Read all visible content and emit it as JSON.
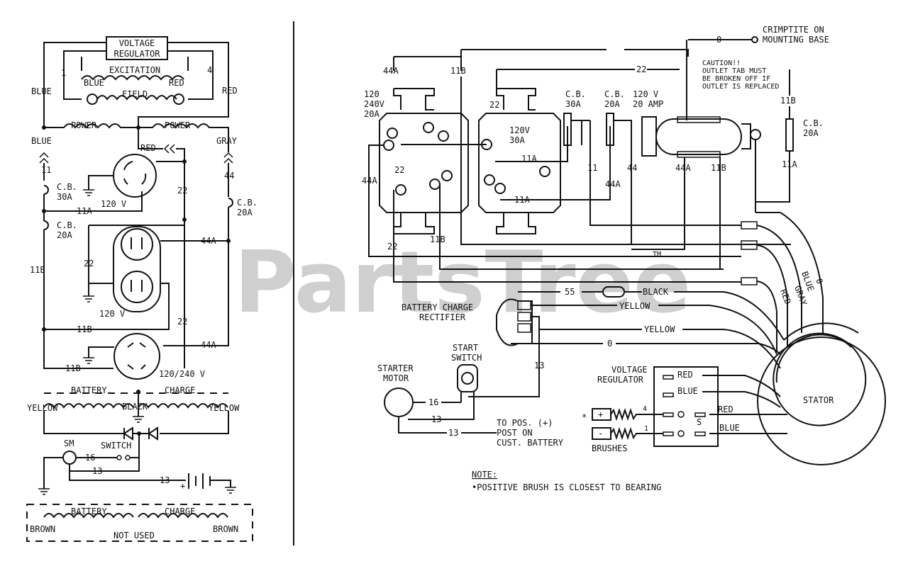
{
  "watermark": "PartsTree",
  "watermark_tm": "TM",
  "left": {
    "voltage_regulator_l1": "VOLTAGE",
    "voltage_regulator_l2": "REGULATOR",
    "term_1": "1",
    "term_4": "4",
    "excitation": "EXCITATION",
    "exc_blue": "BLUE",
    "exc_red": "RED",
    "field": "FIELD",
    "wire_blue": "BLUE",
    "wire_red": "RED",
    "power_1": "POWER",
    "power_2": "POWER",
    "blue_2": "BLUE",
    "gray": "GRAY",
    "red_2": "RED",
    "w11": "11",
    "w44": "44",
    "cb30_l1": "C.B.",
    "cb30_l2": "30A",
    "cb20r_l1": "C.B.",
    "cb20r_l2": "20A",
    "cb20_l1": "C.B.",
    "cb20_l2": "20A",
    "w11a": "11A",
    "v120": "120  V",
    "w22_a": "22",
    "w22_b": "22",
    "w22_c": "22",
    "w11b_a": "11B",
    "w11b_b": "11B",
    "w11b_c": "11B",
    "w44a_a": "44A",
    "w44a_b": "44A",
    "v120_b": "120  V",
    "v120_240": "120/240  V",
    "battery": "BATTERY",
    "charge": "CHARGE",
    "yellow_l": "YELLOW",
    "black": "BLACK",
    "yellow_r": "YELLOW",
    "sm": "SM",
    "switch": "SWITCH",
    "w16": "16",
    "w13_a": "13",
    "w13_b": "13",
    "plus": "+",
    "battery_2": "BATTERY",
    "charge_2": "CHARGE",
    "brown_l": "BROWN",
    "brown_r": "BROWN",
    "not_used": "NOT USED"
  },
  "right": {
    "crimptite_l1": "CRIMPTITE ON",
    "crimptite_l2": "MOUNTING BASE",
    "w0_top": "0",
    "caution_l1": "CAUTION!!",
    "caution_l2": "OUTLET TAB MUST",
    "caution_l3": "BE BROKEN OFF IF",
    "caution_l4": "OUTLET IS REPLACED",
    "w22_top": "22",
    "w44a_top": "44A",
    "w11b_top": "11B",
    "rec1_l1": "120",
    "rec1_l2": "240V",
    "rec1_l3": "20A",
    "rec2_l1": "120V",
    "rec2_l2": "30A",
    "w22_r2": "22",
    "cb30_l1": "C.B.",
    "cb30_l2": "30A",
    "cb20_l1": "C.B.",
    "cb20_l2": "20A",
    "out_l1": "120  V",
    "out_l2": "20  AMP",
    "w11b_right": "11B",
    "cb20b_l1": "C.B.",
    "cb20b_l2": "20A",
    "w11a_right": "11A",
    "w44a_left": "44A",
    "w22_mid": "22",
    "w11a_mid": "11A",
    "w11_mid": "11",
    "w44_mid": "44",
    "w44a_mid2": "44A",
    "w44a_out": "44A",
    "w11b_out": "11B",
    "w11a_bot": "11A",
    "w22_bot": "22",
    "w11b_bot": "11B",
    "w55": "55",
    "black": "BLACK",
    "yellow_1": "YELLOW",
    "yellow_2": "YELLOW",
    "w0_mid": "0",
    "rectifier_l1": "BATTERY CHARGE",
    "rectifier_l2": "RECTIFIER",
    "harness_red": "RED",
    "harness_gray": "GRAY",
    "harness_blue": "BLUE",
    "harness_0": "0",
    "start_switch_l1": "START",
    "start_switch_l2": "SWITCH",
    "w13_a": "13",
    "starter_l1": "STARTER",
    "starter_l2": "MOTOR",
    "w16": "16",
    "w13_b": "13",
    "w13_c": "13",
    "to_pos_l1": "TO POS. (+)",
    "to_pos_l2": "POST ON",
    "to_pos_l3": "CUST. BATTERY",
    "vreg_l1": "VOLTAGE",
    "vreg_l2": "REGULATOR",
    "vr_red": "RED",
    "vr_blue": "BLUE",
    "vr_red2": "RED",
    "vr_blue2": "BLUE",
    "vr_s": "S",
    "star": "*",
    "brush_plus": "+",
    "brush_minus": "-",
    "brush_4": "4",
    "brush_1": "1",
    "brushes": "BRUSHES",
    "stator": "STATOR",
    "note_title": "NOTE:",
    "note_text": "•POSITIVE BRUSH IS CLOSEST TO BEARING"
  }
}
